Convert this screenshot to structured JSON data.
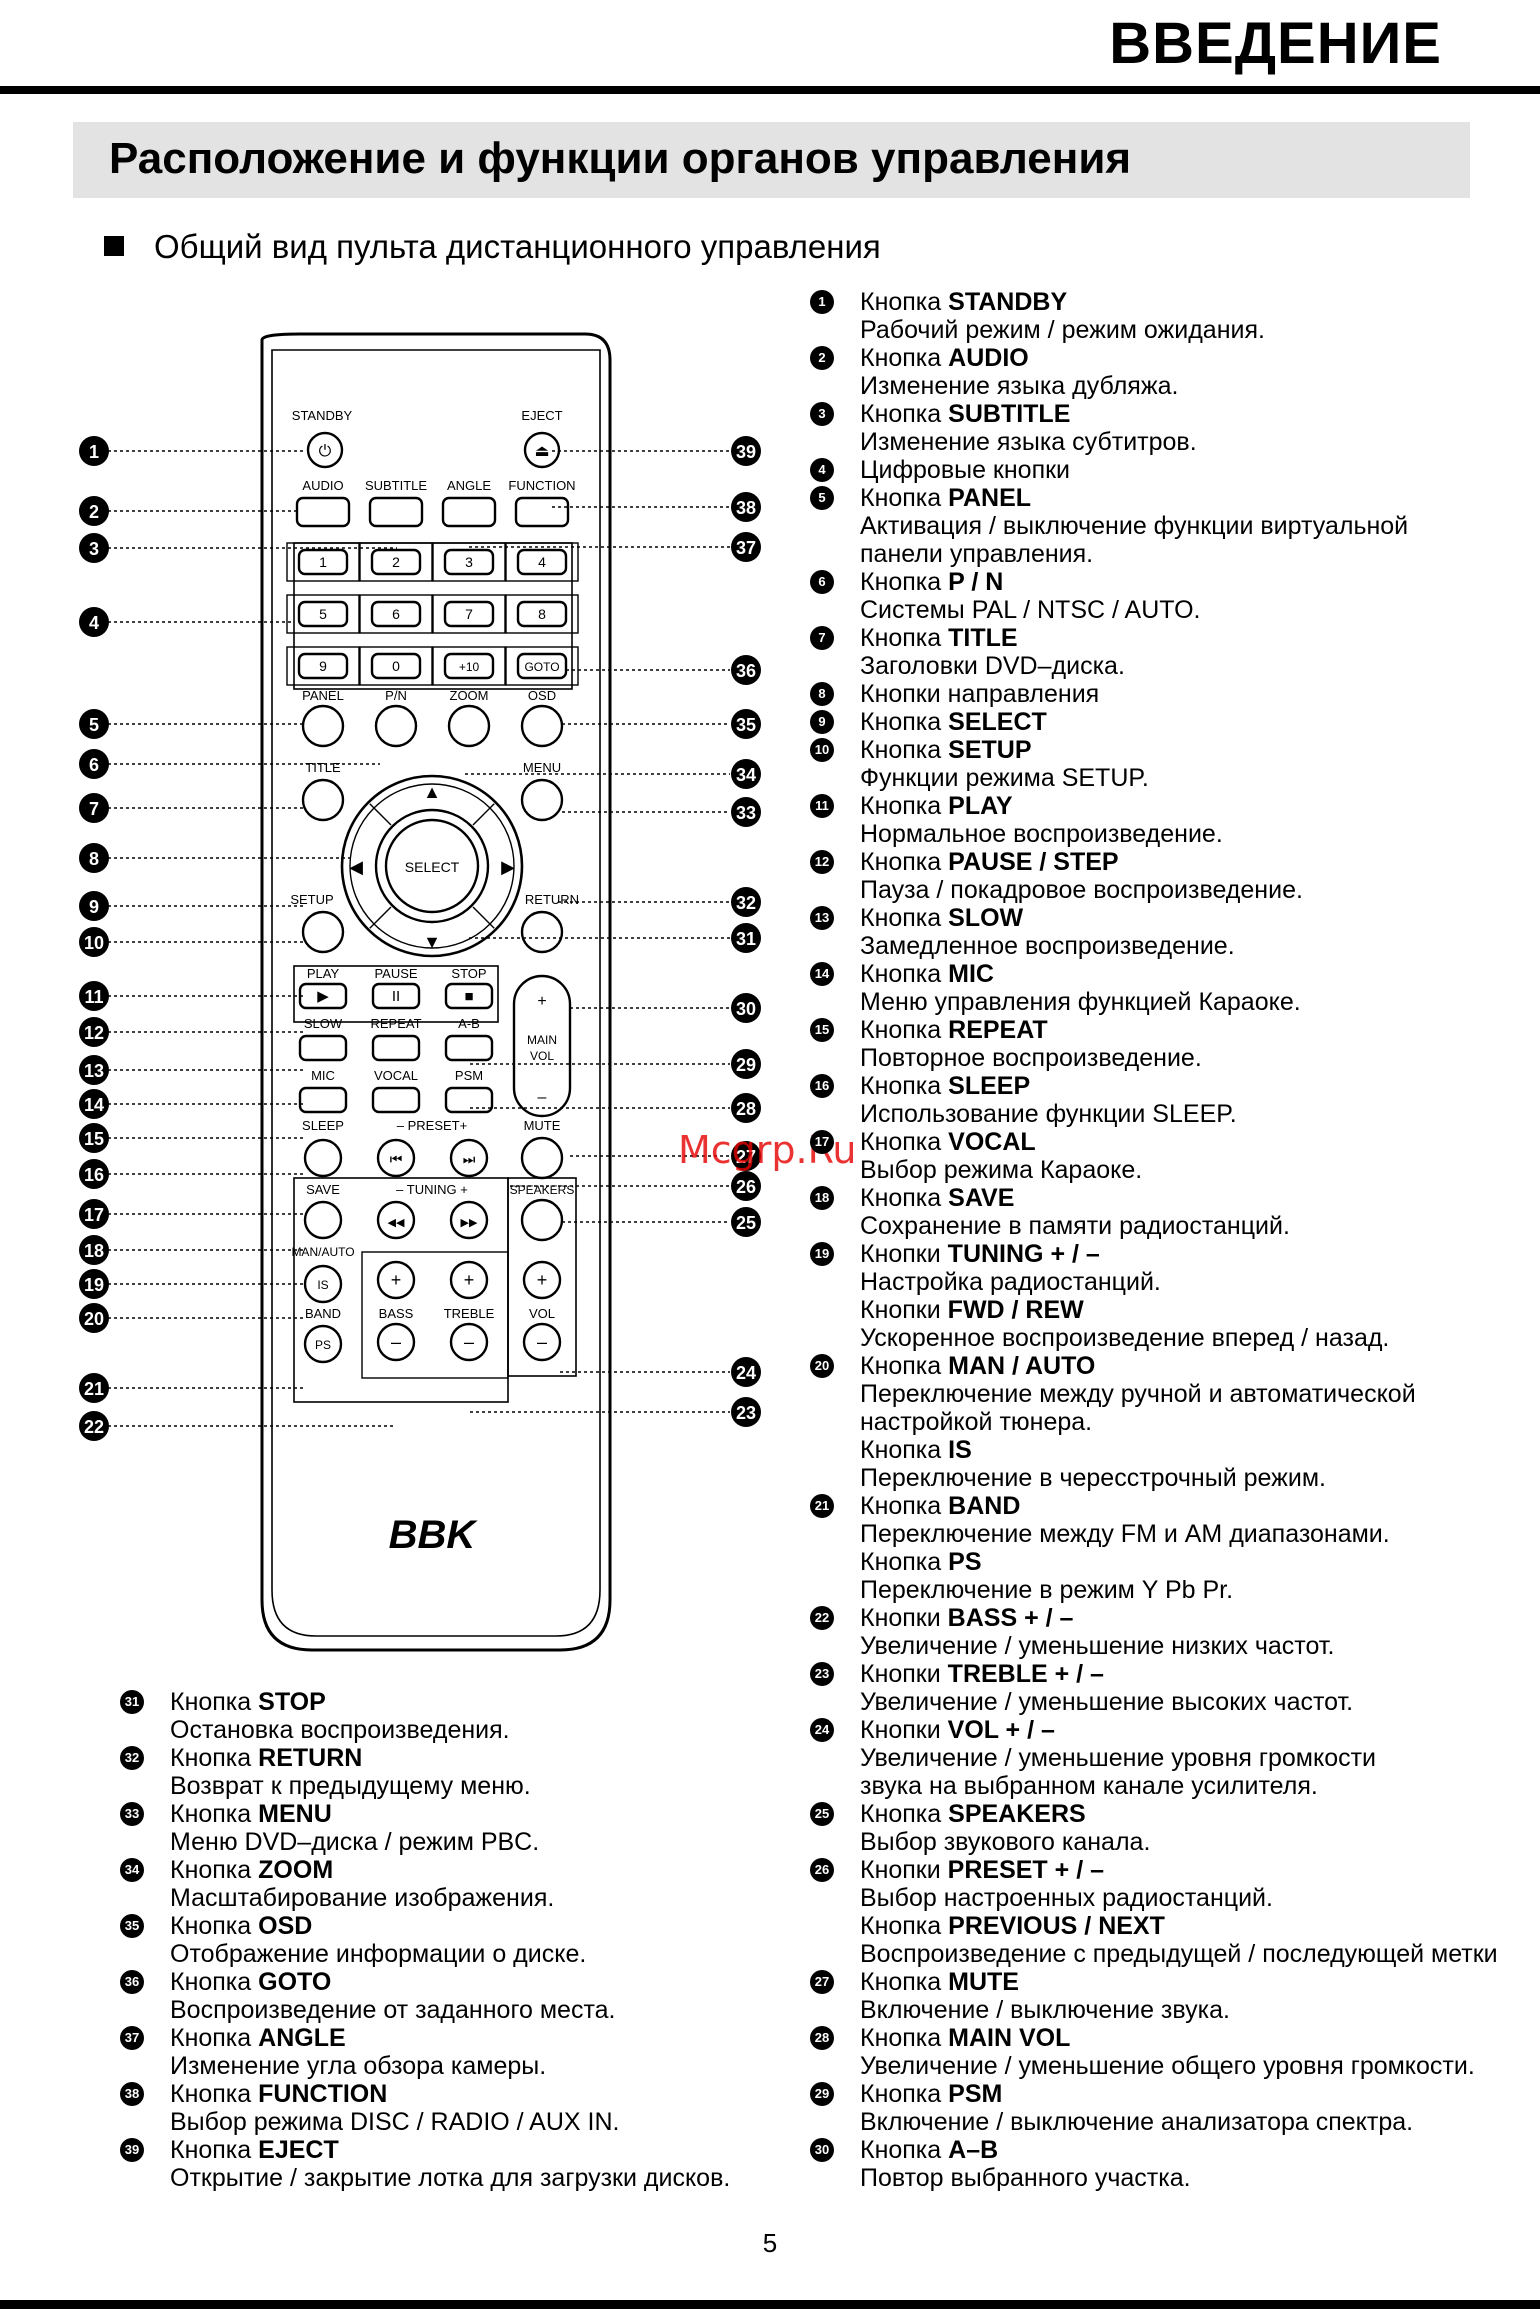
{
  "header": {
    "section": "ВВЕДЕНИЕ",
    "title": "Расположение и функции органов управления",
    "subtitle": "Общий вид пульта дистанционного управления",
    "page_number": "5"
  },
  "watermark": "Mcgrp.Ru",
  "remote": {
    "brand": "BBK",
    "labels": {
      "standby": "STANDBY",
      "eject": "EJECT",
      "audio": "AUDIO",
      "subtitle": "SUBTITLE",
      "angle": "ANGLE",
      "function": "FUNCTION",
      "panel": "PANEL",
      "pn": "P/N",
      "zoom": "ZOOM",
      "osd": "OSD",
      "title": "TITLE",
      "menu": "MENU",
      "select": "SELECT",
      "setup": "SETUP",
      "return": "RETURN",
      "play": "PLAY",
      "pause": "PAUSE",
      "stop": "STOP",
      "slow": "SLOW",
      "repeat": "REPEAT",
      "ab": "A-B",
      "main_vol": "MAIN\nVOL",
      "mic": "MIC",
      "vocal": "VOCAL",
      "psm": "PSM",
      "preset": "– PRESET+",
      "sleep": "SLEEP",
      "mute": "MUTE",
      "save": "SAVE",
      "tuning": "– TUNING +",
      "speakers": "SPEAKERS",
      "man_auto": "MAN/AUTO",
      "band": "BAND",
      "bass": "BASS",
      "treble": "TREBLE",
      "vol": "VOL",
      "is": "IS",
      "ps": "PS"
    },
    "digits": [
      "1",
      "2",
      "3",
      "4",
      "5",
      "6",
      "7",
      "8",
      "9",
      "0",
      "+10",
      "GOTO"
    ],
    "callouts_left": [
      "1",
      "2",
      "3",
      "4",
      "5",
      "6",
      "7",
      "8",
      "9",
      "10",
      "11",
      "12",
      "13",
      "14",
      "15",
      "16",
      "17",
      "18",
      "19",
      "20",
      "21",
      "22"
    ],
    "callouts_right": [
      "39",
      "38",
      "37",
      "36",
      "35",
      "34",
      "33",
      "32",
      "31",
      "30",
      "29",
      "28",
      "27",
      "26",
      "25",
      "24",
      "23"
    ]
  },
  "right_list": [
    {
      "num": "1",
      "lines": [
        [
          "Кнопка ",
          "STANDBY"
        ],
        [
          "Рабочий режим / режим ожидания.",
          ""
        ]
      ]
    },
    {
      "num": "2",
      "lines": [
        [
          "Кнопка ",
          "AUDIO"
        ],
        [
          "Изменение языка дубляжа.",
          ""
        ]
      ]
    },
    {
      "num": "3",
      "lines": [
        [
          "Кнопка ",
          "SUBTITLE"
        ],
        [
          "Изменение языка субтитров.",
          ""
        ]
      ]
    },
    {
      "num": "4",
      "lines": [
        [
          "Цифровые кнопки",
          ""
        ]
      ]
    },
    {
      "num": "5",
      "lines": [
        [
          "Кнопка ",
          "PANEL"
        ],
        [
          "Активация / выключение функции виртуальной",
          ""
        ],
        [
          "панели управления.",
          ""
        ]
      ]
    },
    {
      "num": "6",
      "lines": [
        [
          "Кнопка ",
          "P / N"
        ],
        [
          "Системы PAL / NTSC / AUTO.",
          ""
        ]
      ]
    },
    {
      "num": "7",
      "lines": [
        [
          "Кнопка ",
          "TITLE"
        ],
        [
          "Заголовки DVD–диска.",
          ""
        ]
      ]
    },
    {
      "num": "8",
      "lines": [
        [
          "Кнопки направления",
          ""
        ]
      ]
    },
    {
      "num": "9",
      "lines": [
        [
          "Кнопка ",
          "SELECT"
        ]
      ]
    },
    {
      "num": "10",
      "lines": [
        [
          "Кнопка ",
          "SETUP"
        ],
        [
          "Функции режима SETUP.",
          ""
        ]
      ]
    },
    {
      "num": "11",
      "lines": [
        [
          "Кнопка ",
          "PLAY"
        ],
        [
          "Нормальное воспроизведение.",
          ""
        ]
      ]
    },
    {
      "num": "12",
      "lines": [
        [
          "Кнопка ",
          "PAUSE / STEP"
        ],
        [
          "Пауза / покадровое воспроизведение.",
          ""
        ]
      ]
    },
    {
      "num": "13",
      "lines": [
        [
          "Кнопка ",
          "SLOW"
        ],
        [
          "Замедленное воспроизведение.",
          ""
        ]
      ]
    },
    {
      "num": "14",
      "lines": [
        [
          "Кнопка ",
          "MIC"
        ],
        [
          "Меню управления функцией Караоке.",
          ""
        ]
      ]
    },
    {
      "num": "15",
      "lines": [
        [
          "Кнопка ",
          "REPEAT"
        ],
        [
          "Повторное воспроизведение.",
          ""
        ]
      ]
    },
    {
      "num": "16",
      "lines": [
        [
          "Кнопка ",
          "SLEEP"
        ],
        [
          "Использование функции SLEEP.",
          ""
        ]
      ]
    },
    {
      "num": "17",
      "lines": [
        [
          "Кнопка ",
          "VOCAL"
        ],
        [
          "Выбор режима Караоке.",
          ""
        ]
      ]
    },
    {
      "num": "18",
      "lines": [
        [
          "Кнопка ",
          "SAVE"
        ],
        [
          "Сохранение в памяти радиостанций.",
          ""
        ]
      ]
    },
    {
      "num": "19",
      "lines": [
        [
          "Кнопки ",
          "TUNING + / –"
        ],
        [
          "Настройка радиостанций.",
          ""
        ],
        [
          "Кнопки ",
          "FWD / REW"
        ],
        [
          "Ускоренное воспроизведение вперед / назад.",
          ""
        ]
      ]
    },
    {
      "num": "20",
      "lines": [
        [
          "Кнопка  ",
          "MAN / AUTO"
        ],
        [
          "Переключение между ручной и автоматической",
          ""
        ],
        [
          "настройкой тюнера.",
          ""
        ],
        [
          "Кнопка ",
          "IS"
        ],
        [
          "Переключение в чересстрочный режим.",
          ""
        ]
      ]
    },
    {
      "num": "21",
      "lines": [
        [
          "Кнопка ",
          "BAND"
        ],
        [
          "Переключение между FM и AM диапазонами.",
          ""
        ],
        [
          "Кнопка ",
          "PS"
        ],
        [
          "Переключение в режим Y Pb Pr.",
          ""
        ]
      ]
    },
    {
      "num": "22",
      "lines": [
        [
          "Кнопки ",
          "BASS + / –"
        ],
        [
          "Увеличение / уменьшение низких частот.",
          ""
        ]
      ]
    },
    {
      "num": "23",
      "lines": [
        [
          "Кнопки  ",
          "TREBLE + / –"
        ],
        [
          "Увеличение / уменьшение высоких частот.",
          ""
        ]
      ]
    },
    {
      "num": "24",
      "lines": [
        [
          "Кнопки ",
          "VOL + / –"
        ],
        [
          "Увеличение / уменьшение уровня громкости",
          ""
        ],
        [
          "звука на выбранном канале усилителя.",
          ""
        ]
      ]
    },
    {
      "num": "25",
      "lines": [
        [
          "Кнопка ",
          "SPEAKERS"
        ],
        [
          "Выбор звукового канала.",
          ""
        ]
      ]
    },
    {
      "num": "26",
      "lines": [
        [
          "Кнопки ",
          "PRESET + / –"
        ],
        [
          "Выбор настроенных радиостанций.",
          ""
        ],
        [
          "Кнопка ",
          "PREVIOUS / NEXT"
        ],
        [
          "Воспроизведение с предыдущей  / последующей метки",
          ""
        ]
      ]
    },
    {
      "num": "27",
      "lines": [
        [
          "Кнопка ",
          "MUTE"
        ],
        [
          "Включение / выключение звука.",
          ""
        ]
      ]
    },
    {
      "num": "28",
      "lines": [
        [
          "Кнопка ",
          "MAIN VOL"
        ],
        [
          "Увеличение / уменьшение общего уровня громкости.",
          ""
        ]
      ]
    },
    {
      "num": "29",
      "lines": [
        [
          "Кнопка ",
          "PSM"
        ],
        [
          "Включение / выключение анализатора спектра.",
          ""
        ]
      ]
    },
    {
      "num": "30",
      "lines": [
        [
          "Кнопка ",
          "A–B"
        ],
        [
          "Повтор выбранного участка.",
          ""
        ]
      ]
    }
  ],
  "left_list": [
    {
      "num": "31",
      "lines": [
        [
          "Кнопка ",
          "STOP"
        ],
        [
          "Остановка воспроизведения.",
          ""
        ]
      ]
    },
    {
      "num": "32",
      "lines": [
        [
          "Кнопка ",
          "RETURN"
        ],
        [
          "Возврат к предыдущему меню.",
          ""
        ]
      ]
    },
    {
      "num": "33",
      "lines": [
        [
          "Кнопка ",
          "MENU"
        ],
        [
          "Меню DVD–диска / режим PBC.",
          ""
        ]
      ]
    },
    {
      "num": "34",
      "lines": [
        [
          "Кнопка ",
          "ZOOM"
        ],
        [
          "Масштабирование изображения.",
          ""
        ]
      ]
    },
    {
      "num": "35",
      "lines": [
        [
          "Кнопка ",
          "OSD"
        ],
        [
          "Отображение информации о диске.",
          ""
        ]
      ]
    },
    {
      "num": "36",
      "lines": [
        [
          "Кнопка ",
          "GOTO"
        ],
        [
          "Воспроизведение от заданного места.",
          ""
        ]
      ]
    },
    {
      "num": "37",
      "lines": [
        [
          "Кнопка ",
          "ANGLE"
        ],
        [
          "Изменение угла обзора камеры.",
          ""
        ]
      ]
    },
    {
      "num": "38",
      "lines": [
        [
          "Кнопка ",
          "FUNCTION"
        ],
        [
          "Выбор режима DISC / RADIO / AUX IN.",
          ""
        ]
      ]
    },
    {
      "num": "39",
      "lines": [
        [
          "Кнопка ",
          "EJECT"
        ],
        [
          "Открытие / закрытие лотка для загрузки дисков.",
          ""
        ]
      ]
    }
  ]
}
